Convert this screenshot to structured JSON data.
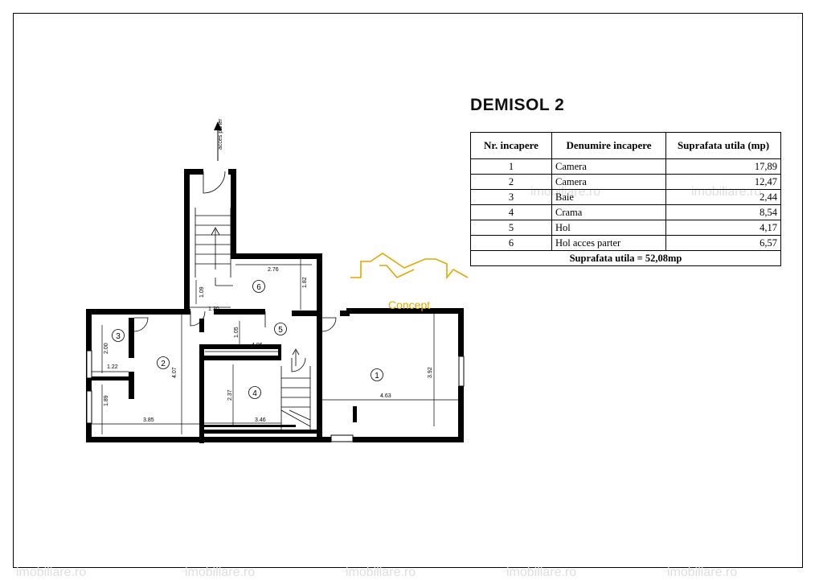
{
  "title": "DEMISOL 2",
  "table": {
    "headers": [
      "Nr. incapere",
      "Denumire incapere",
      "Suprafata utila (mp)"
    ],
    "rows": [
      {
        "nr": "1",
        "name": "Camera",
        "area": "17,89"
      },
      {
        "nr": "2",
        "name": "Camera",
        "area": "12,47"
      },
      {
        "nr": "3",
        "name": "Baie",
        "area": "2,44"
      },
      {
        "nr": "4",
        "name": "Crama",
        "area": "8,54"
      },
      {
        "nr": "5",
        "name": "Hol",
        "area": "4,17"
      },
      {
        "nr": "6",
        "name": "Hol acces parter",
        "area": "6,57"
      }
    ],
    "total": "Suprafata utila = 52,08mp"
  },
  "plan": {
    "access_label": "acces parter",
    "room_numbers": [
      "1",
      "2",
      "3",
      "4",
      "5",
      "6"
    ],
    "dimensions": {
      "d_2_76": "2.76",
      "d_1_82": "1.82",
      "d_1_09": "1.09",
      "d_1_30": "1.30",
      "d_1_05": "1.05",
      "d_4_06": "4.06",
      "d_2_00": "2.00",
      "d_1_22": "1.22",
      "d_4_07": "4.07",
      "d_1_89": "1.89",
      "d_3_85": "3.85",
      "d_2_37": "2.37",
      "d_3_46": "3.46",
      "d_3_92": "3.92",
      "d_4_63": "4.63"
    }
  },
  "logo": {
    "text": "Concept",
    "color": "#e0a800"
  },
  "watermark": {
    "text": "imobiliare.ro"
  }
}
